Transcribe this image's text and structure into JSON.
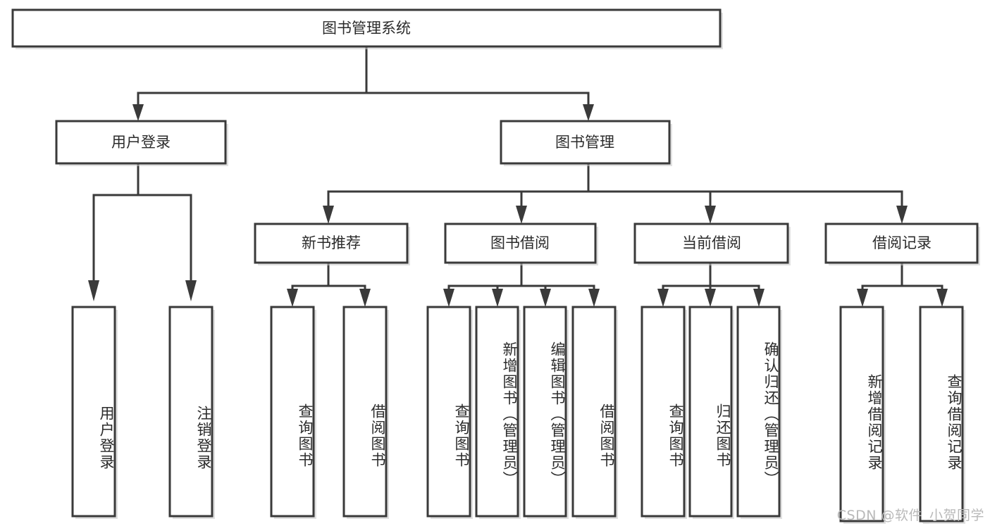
{
  "diagram": {
    "title": "图书管理系统",
    "type": "hierarchy-tree",
    "watermark": "CSDN @软件_小贺同学",
    "colors": {
      "box_stroke": "#3a3a3a",
      "box_fill": "#ffffff",
      "text": "#2b2b2b",
      "watermark": "#b9b9b9",
      "background": "#ffffff"
    },
    "root": {
      "label": "图书管理系统",
      "children": [
        {
          "label": "用户登录",
          "children": [
            {
              "label": "用户登录"
            },
            {
              "label": "注销登录"
            }
          ]
        },
        {
          "label": "图书管理",
          "children": [
            {
              "label": "新书推荐",
              "children": [
                {
                  "label": "查询图书"
                },
                {
                  "label": "借阅图书"
                }
              ]
            },
            {
              "label": "图书借阅",
              "children": [
                {
                  "label": "查询图书"
                },
                {
                  "label": "新增图书（管理员）"
                },
                {
                  "label": "编辑图书（管理员）"
                },
                {
                  "label": "借阅图书"
                }
              ]
            },
            {
              "label": "当前借阅",
              "children": [
                {
                  "label": "查询图书"
                },
                {
                  "label": "归还图书"
                },
                {
                  "label": "确认归还（管理员）"
                }
              ]
            },
            {
              "label": "借阅记录",
              "children": [
                {
                  "label": "新增借阅记录"
                },
                {
                  "label": "查询借阅记录"
                }
              ]
            }
          ]
        }
      ]
    },
    "nodes": {
      "root_title": "图书管理系统",
      "l2_user_login": "用户登录",
      "l2_book_mgmt": "图书管理",
      "l3_new_book_rec": "新书推荐",
      "l3_book_borrow": "图书借阅",
      "l3_current_borrow": "当前借阅",
      "l3_borrow_record": "借阅记录",
      "leaf_user_login": "用户登录",
      "leaf_logout": "注销登录",
      "leaf_query_book_a": "查询图书",
      "leaf_borrow_book_a": "借阅图书",
      "leaf_query_book_b": "查询图书",
      "leaf_add_book": "新增图书（管理员）",
      "leaf_edit_book": "编辑图书（管理员）",
      "leaf_borrow_book_b": "借阅图书",
      "leaf_query_book_c": "查询图书",
      "leaf_return_book": "归还图书",
      "leaf_confirm_return": "确认归还（管理员）",
      "leaf_add_record": "新增借阅记录",
      "leaf_query_record": "查询借阅记录"
    }
  }
}
